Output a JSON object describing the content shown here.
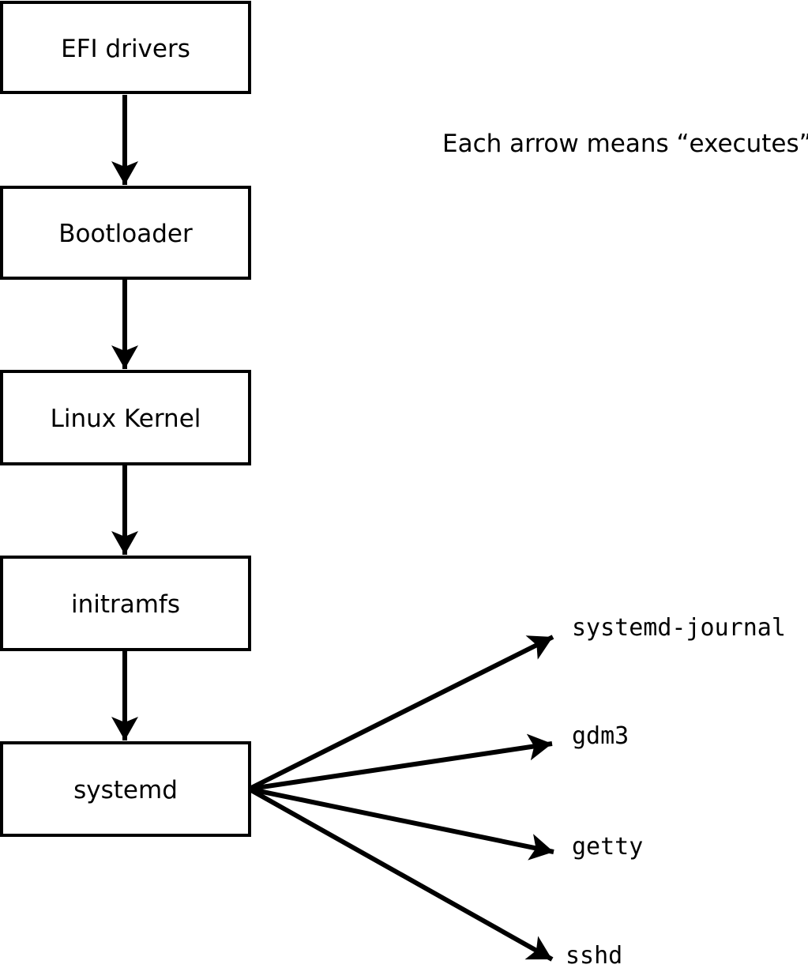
{
  "diagram": {
    "note": "Each arrow means “executes”.",
    "boxes": [
      {
        "label": "EFI drivers"
      },
      {
        "label": "Bootloader"
      },
      {
        "label": "Linux Kernel"
      },
      {
        "label": "initramfs"
      },
      {
        "label": "systemd"
      }
    ],
    "spawned": [
      {
        "label": "systemd-journal"
      },
      {
        "label": "gdm3"
      },
      {
        "label": "getty"
      },
      {
        "label": "sshd"
      }
    ],
    "colors": {
      "stroke": "#000000",
      "background": "#ffffff",
      "box_fill": "#ffffff"
    }
  }
}
